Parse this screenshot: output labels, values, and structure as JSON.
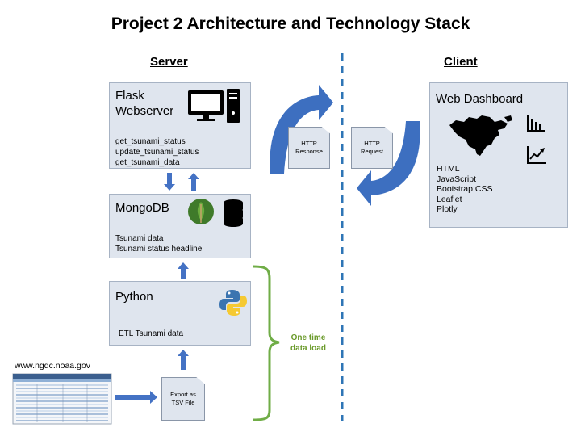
{
  "title": "Project 2 Architecture and Technology Stack",
  "labels": {
    "server": "Server",
    "client": "Client"
  },
  "flask": {
    "title_line1": "Flask",
    "title_line2": "Webserver",
    "routes": [
      "get_tsunami_status",
      "update_tsunami_status",
      "get_tsunami_data"
    ]
  },
  "mongodb": {
    "title": "MongoDB",
    "lines": [
      "Tsunami data",
      "Tsunami status headline"
    ]
  },
  "python": {
    "title": "Python",
    "line": "ETL Tsunami data"
  },
  "dashboard": {
    "title": "Web Dashboard",
    "stack": [
      "HTML",
      "JavaScript",
      "Bootstrap CSS",
      "Leaflet",
      "Plotly"
    ]
  },
  "http": {
    "response_line1": "HTTP",
    "response_line2": "Response",
    "request_line1": "HTTP",
    "request_line2": "Request"
  },
  "source": {
    "url": "www.ngdc.noaa.gov"
  },
  "export": {
    "line1": "Export as",
    "line2": "TSV File"
  },
  "one_time": {
    "line1": "One time",
    "line2": "data load"
  },
  "colors": {
    "box_fill": "#dfe5ee",
    "arrow_blue": "#4472c4",
    "curved_arrow": "#3d6fc0",
    "divider": "#2e75b6",
    "bracket_green": "#70ad47"
  }
}
